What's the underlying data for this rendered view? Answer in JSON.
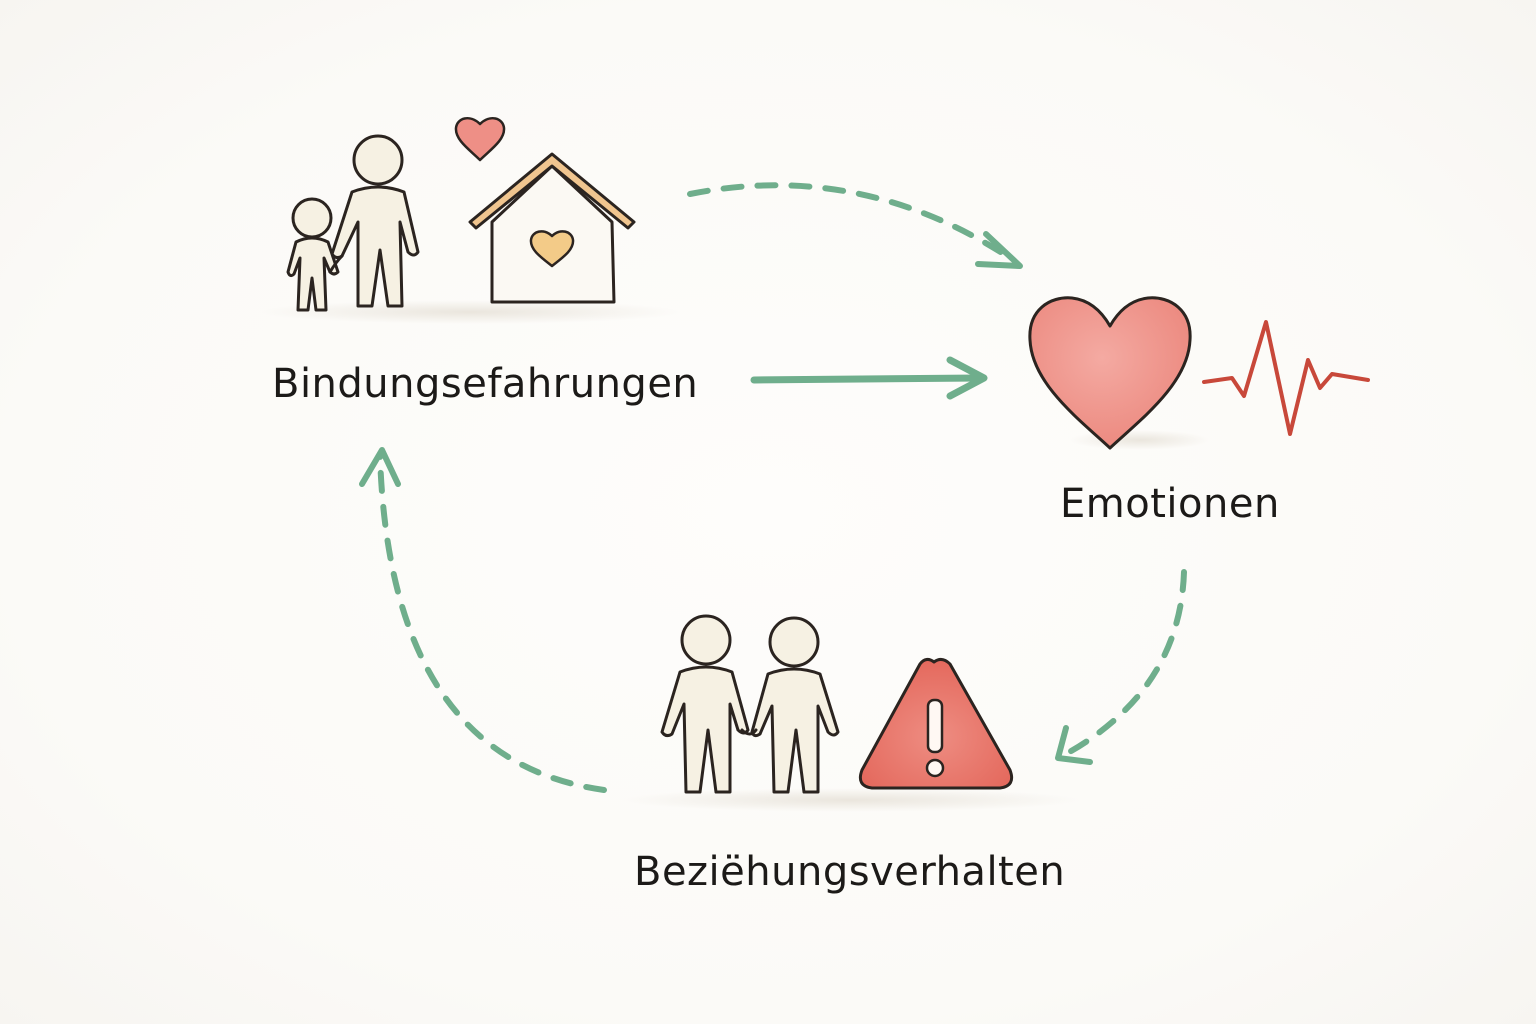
{
  "nodes": {
    "bindung": {
      "label": "Bindungsefahrungen",
      "icons": [
        "parent-child-icon",
        "house-heart-icon",
        "heart-icon"
      ]
    },
    "emotionen": {
      "label": "Emotionen",
      "icons": [
        "heart-icon",
        "heartbeat-line-icon"
      ]
    },
    "beziehung": {
      "label": "Beziëhungsverhalten",
      "icons": [
        "couple-icon",
        "warning-icon"
      ]
    }
  },
  "edges": [
    {
      "from": "bindung",
      "to": "emotionen",
      "style": "solid"
    },
    {
      "from": "bindung",
      "to": "emotionen",
      "style": "dashed"
    },
    {
      "from": "emotionen",
      "to": "beziehung",
      "style": "dashed"
    },
    {
      "from": "beziehung",
      "to": "bindung",
      "style": "dashed"
    }
  ],
  "colors": {
    "arrow": "#6fae8c",
    "heart": "#ee8f86",
    "heartbeat": "#c8483a",
    "house_roof": "#f0c58f",
    "warning": "#e9786c",
    "figure_fill": "#f6f1e3",
    "outline": "#2b2420"
  }
}
